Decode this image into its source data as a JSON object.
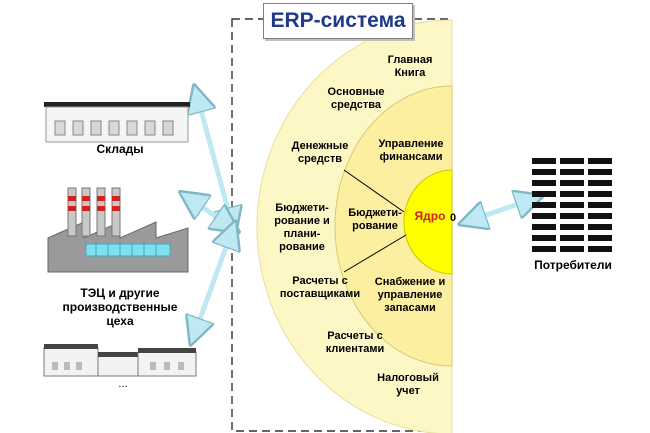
{
  "title": "ERP-система",
  "left_nodes": {
    "warehouses": "Склады",
    "plants": "ТЭЦ и другие\nпроизводственные\nцеха",
    "more": "..."
  },
  "right_nodes": {
    "consumers": "Потребители"
  },
  "outer_zone": {
    "general_ledger": "Главная\nКнига",
    "fixed_assets": "Основные\nсредства",
    "cash": "Денежные\nсредств",
    "budgeting_planning": "Бюджети-\nрование и\nплани-\nрование",
    "supplier_settlements": "Расчеты с\nпоставщиками",
    "customer_settlements": "Расчеты с\nклиентами",
    "tax_accounting": "Налоговый\nучет"
  },
  "middle_zone": {
    "finance_management": "Управление\nфинансами",
    "budgeting": "Бюджети-\nрование",
    "supply_inventory": "Снабжение и\nуправление\nзапасами"
  },
  "core": {
    "label": "Ядро",
    "fragment": "0"
  },
  "colors": {
    "outer_zone": "#fdf7c6",
    "middle_zone": "#fcefa0",
    "core": "#ffff00",
    "arrow": "#bfe9f2",
    "title_text": "#1f3a8a"
  }
}
